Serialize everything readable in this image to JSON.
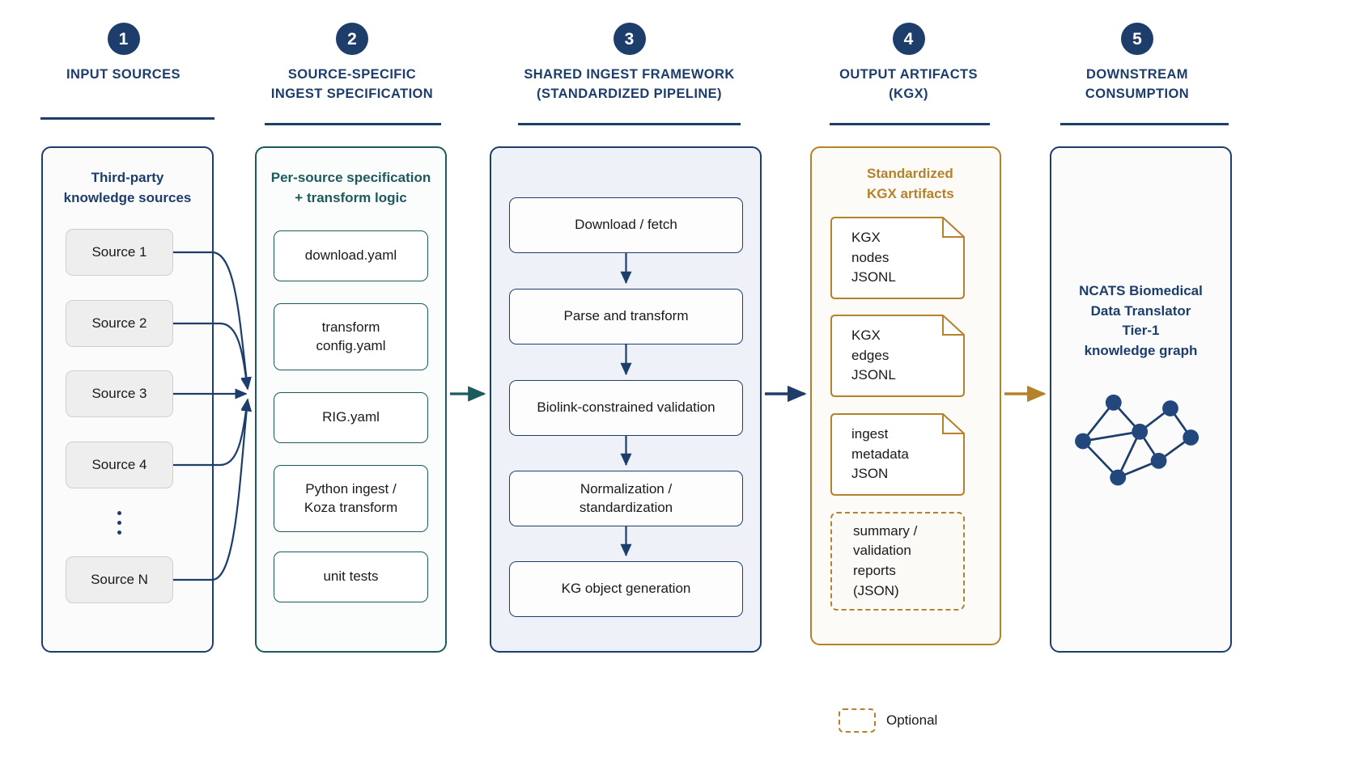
{
  "colors": {
    "navy": "#1d3d6b",
    "teal": "#1d5a5e",
    "gold": "#b5812a",
    "panel3_fill": "#eef2f8",
    "source_fill": "#eeeeee"
  },
  "columns": [
    {
      "step": "1",
      "title": "INPUT SOURCES",
      "panel_title": "Third-party\nknowledge sources",
      "items": [
        "Source 1",
        "Source 2",
        "Source 3",
        "Source 4",
        "Source N"
      ]
    },
    {
      "step": "2",
      "title": "SOURCE-SPECIFIC\nINGEST SPECIFICATION",
      "panel_title": "Per-source specification\n+ transform logic",
      "items": [
        "download.yaml",
        "transform\nconfig.yaml",
        "RIG.yaml",
        "Python ingest /\nKoza transform",
        "unit tests"
      ]
    },
    {
      "step": "3",
      "title": "SHARED INGEST FRAMEWORK\n(STANDARDIZED PIPELINE)",
      "panel_title": "",
      "items": [
        "Download / fetch",
        "Parse and transform",
        "Biolink-constrained validation",
        "Normalization /\nstandardization",
        "KG object generation"
      ]
    },
    {
      "step": "4",
      "title": "OUTPUT ARTIFACTS\n(KGX)",
      "panel_title": "Standardized\nKGX artifacts",
      "items": [
        "KGX\nnodes\nJSONL",
        "KGX\nedges\nJSONL",
        "ingest\nmetadata\nJSON"
      ],
      "optional_item": "summary /\nvalidation\nreports\n(JSON)"
    },
    {
      "step": "5",
      "title": "DOWNSTREAM\nCONSUMPTION",
      "panel_title": "NCATS Biomedical\nData Translator\nTier-1\nknowledge graph",
      "items": []
    }
  ],
  "legend": {
    "optional_label": "Optional"
  }
}
